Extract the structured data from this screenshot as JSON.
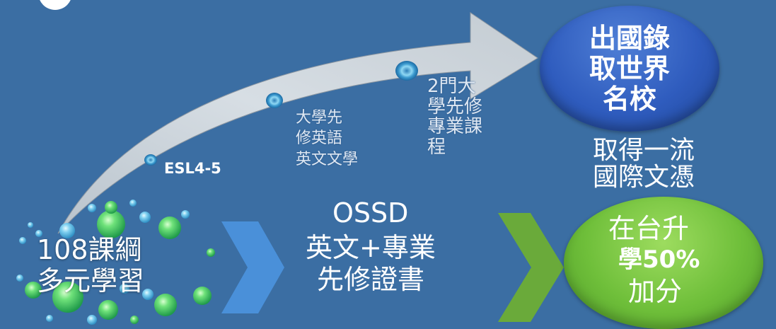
{
  "start": {
    "label_line1": "108課綱",
    "label_line2": "多元學習"
  },
  "ossd": {
    "title": "OSSD",
    "line1": "英文+專業",
    "line2": "先修證書"
  },
  "steps": [
    {
      "text": "ESL4-5"
    },
    {
      "text": "大學先\n修英語\n英文文學"
    },
    {
      "text": "2門大\n學先修\n專業課\n程"
    }
  ],
  "goal_top": {
    "text": "出國錄\n取世界\n名校"
  },
  "middle_note": {
    "text": "取得一流\n國際文憑"
  },
  "goal_bottom": {
    "line1": "在台升",
    "line2": "學50%",
    "line3": "加分"
  },
  "colors": {
    "background": "#3b6ea3",
    "blue_oval": "#2f5cbe",
    "green_oval": "#6fbf3a",
    "chevron_blue": "#4a90d9",
    "chevron_green": "#6aaa3a"
  }
}
